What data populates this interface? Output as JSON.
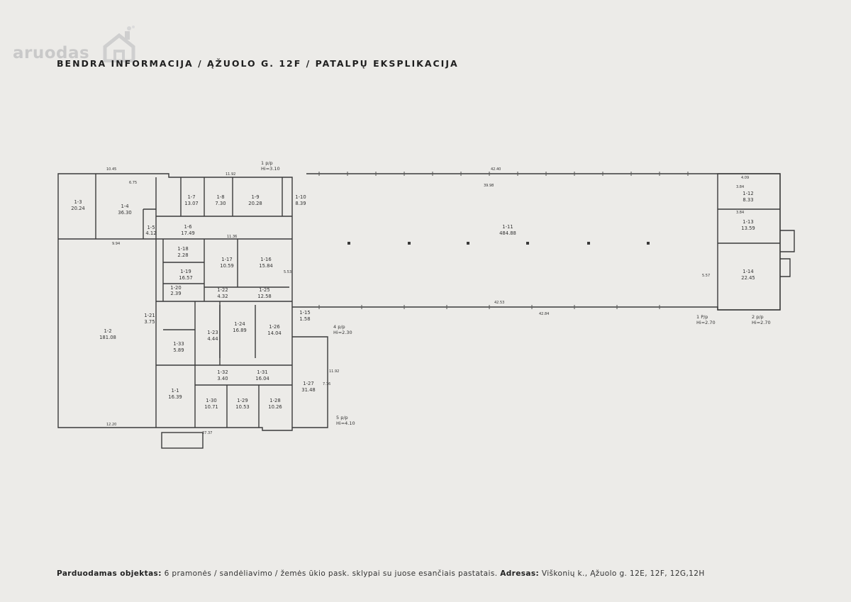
{
  "brand": {
    "name": "aruodas",
    "icon": "house-icon"
  },
  "header": {
    "title": "BENDRA INFORMACIJA / ĄŽUOLO G. 12F / PATALPŲ EKSPLIKACIJA"
  },
  "plan": {
    "height_marks": [
      {
        "floor": "1 p/p",
        "height": "Hi=3.10"
      },
      {
        "floor": "4 p/p",
        "height": "Hi=2.30"
      },
      {
        "floor": "5 p/p",
        "height": "Hi=4.10"
      },
      {
        "floor": "1 P/p",
        "height": "Hi=2.70"
      },
      {
        "floor": "2 p/p",
        "height": "Hi=2.70"
      }
    ],
    "rooms": [
      {
        "id": "1-1",
        "area": "16.39"
      },
      {
        "id": "1-2",
        "area": "181.08"
      },
      {
        "id": "1-3",
        "area": "20.24"
      },
      {
        "id": "1-4",
        "area": "36.30"
      },
      {
        "id": "1-5",
        "area": "4.12"
      },
      {
        "id": "1-6",
        "area": "17.49"
      },
      {
        "id": "1-7",
        "area": "13.07"
      },
      {
        "id": "1-8",
        "area": "7.30"
      },
      {
        "id": "1-9",
        "area": "20.28"
      },
      {
        "id": "1-10",
        "area": "8.39"
      },
      {
        "id": "1-11",
        "area": "484.88"
      },
      {
        "id": "1-12",
        "area": "8.33"
      },
      {
        "id": "1-13",
        "area": "13.59"
      },
      {
        "id": "1-14",
        "area": "22.45"
      },
      {
        "id": "1-15",
        "area": "1.58"
      },
      {
        "id": "1-16",
        "area": "15.84"
      },
      {
        "id": "1-17",
        "area": "10.59"
      },
      {
        "id": "1-18",
        "area": "2.28"
      },
      {
        "id": "1-19",
        "area": "16.57"
      },
      {
        "id": "1-20",
        "area": "2.39"
      },
      {
        "id": "1-21",
        "area": "3.75"
      },
      {
        "id": "1-22",
        "area": "4.32"
      },
      {
        "id": "1-23",
        "area": "4.44"
      },
      {
        "id": "1-24",
        "area": "16.89"
      },
      {
        "id": "1-25",
        "area": "12.58"
      },
      {
        "id": "1-26",
        "area": "14.04"
      },
      {
        "id": "1-27",
        "area": "31.48"
      },
      {
        "id": "1-28",
        "area": "10.26"
      },
      {
        "id": "1-29",
        "area": "10.53"
      },
      {
        "id": "1-30",
        "area": "10.71"
      },
      {
        "id": "1-31",
        "area": "16.04"
      },
      {
        "id": "1-32",
        "area": "3.40"
      },
      {
        "id": "1-33",
        "area": "5.89"
      }
    ],
    "dimensions": [
      "10.45",
      "6.75",
      "11.92",
      "42.40",
      "39.98",
      "4.09",
      "3.84",
      "3.84",
      "42.53",
      "42.84",
      "27.37",
      "9.94",
      "11.36",
      "5.53",
      "5.57",
      "11.92",
      "7.76",
      "12.20"
    ]
  },
  "footer": {
    "object_label": "Parduodamas objektas:",
    "object_value": "6 pramonės / sandėliavimo / žemės ūkio pask. sklypai su juose esančiais pastatais.",
    "address_label": "Adresas:",
    "address_value": "Viškonių k., Ąžuolo g. 12E, 12F, 12G,12H"
  }
}
